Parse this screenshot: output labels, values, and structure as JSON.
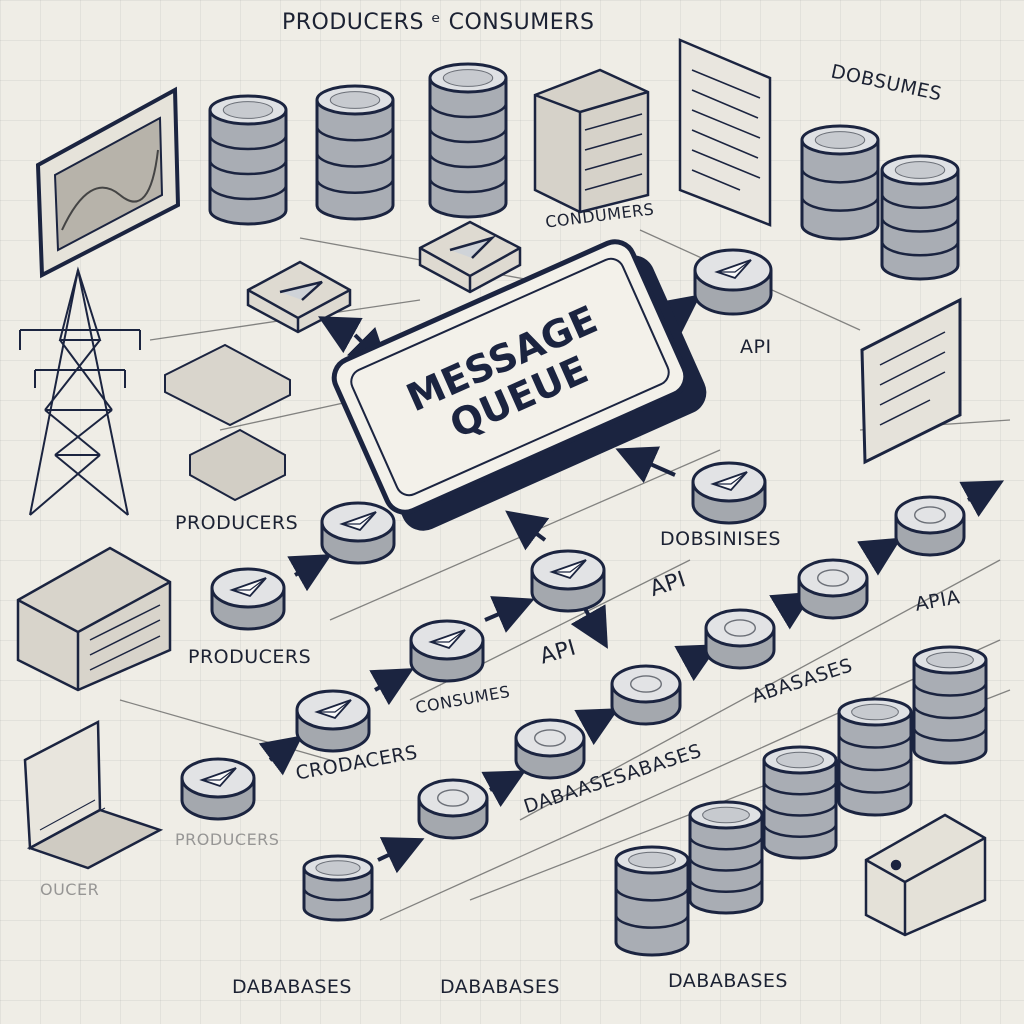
{
  "title": "PRODUCERS ᵉ CONSUMERS",
  "queue": {
    "line1": "MESSAGE",
    "line2": "QUEUE"
  },
  "labels": {
    "dobsumes": "DOBSUMES",
    "condumers": "CONDUMERS",
    "api_top": "API",
    "producers_left": "PRODUCERS",
    "dobsinises": "DOBSINISES",
    "api_mid": "API",
    "apia": "APIA",
    "producers_mid": "PRODUCERS",
    "api_center": "API",
    "consumes": "CONSUMES",
    "abasases": "ABASASES",
    "crodacers": "CRODACERS",
    "dabaasesabases": "DABAASESABASES",
    "producers_faded": "PRODUCERS",
    "oucer_faded": "OUCER",
    "dababases_1": "DABABASES",
    "dababases_2": "DABABASES",
    "dababases_3": "DABABASES"
  },
  "colors": {
    "ink": "#1b2440",
    "paper": "#efede6",
    "metal": "#9a9ea6",
    "metal_light": "#d7d9dc"
  }
}
